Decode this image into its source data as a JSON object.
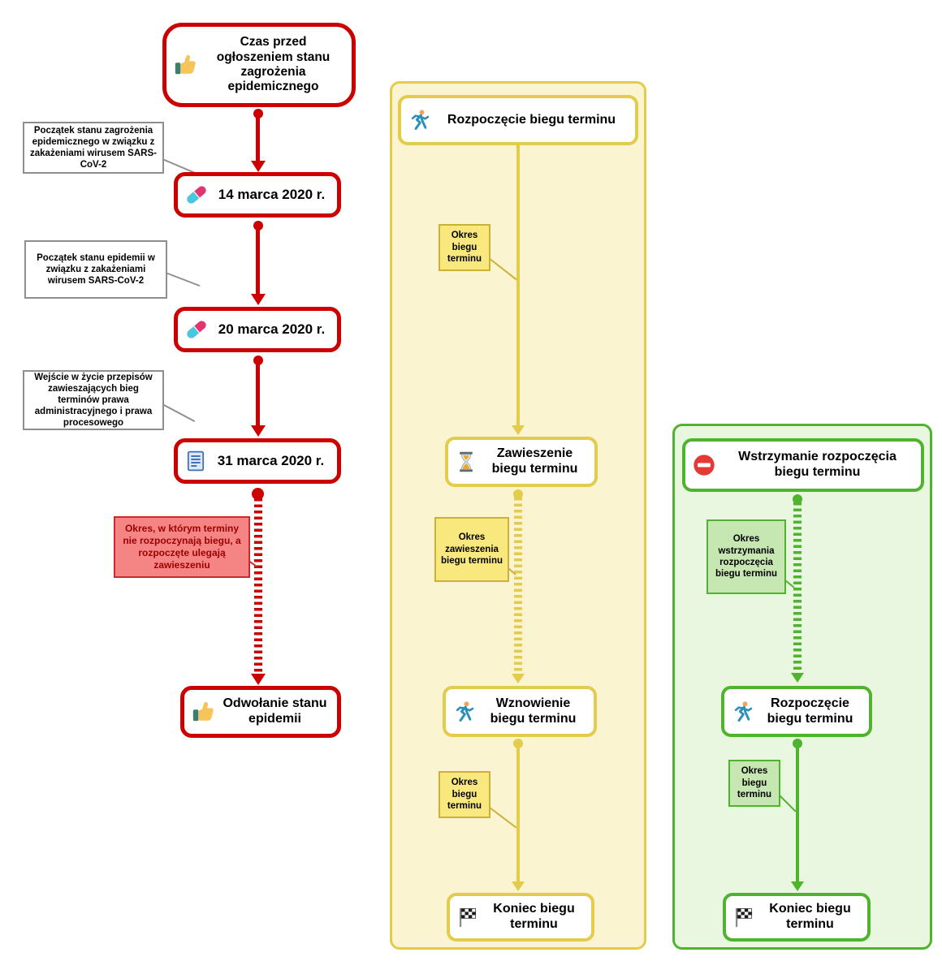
{
  "colors": {
    "red_accent": "#CC0000",
    "yellow_accent": "#E3CB4B",
    "yellow_panel_bg": "#FBF4D0",
    "yellow_callout_bg": "#F9E87D",
    "green_accent": "#4FB42D",
    "green_panel_bg": "#E9F6E0",
    "green_callout_bg": "#C6E7B1",
    "pink_callout_bg": "#F58585",
    "pink_callout_text": "#9E0000"
  },
  "timeline": {
    "start_box": {
      "label": "Czas przed ogłoszeniem stanu zagrożenia epidemicznego",
      "icon": "thumbs-up-icon"
    },
    "notes": [
      {
        "text": "Początek stanu zagrożenia epidemicznego w związku z zakażeniami wirusem SARS-CoV-2"
      },
      {
        "text": "Początek stanu epidemii w związku z zakażeniami wirusem SARS-CoV-2"
      },
      {
        "text": "Wejście w życie przepisów zawieszających bieg terminów prawa administracyjnego i prawa procesowego"
      }
    ],
    "date_boxes": [
      {
        "label": "14 marca 2020 r.",
        "icon": "pill-icon"
      },
      {
        "label": "20 marca 2020 r.",
        "icon": "pill-icon"
      },
      {
        "label": "31 marca 2020 r.",
        "icon": "document-icon"
      }
    ],
    "suspension_callout": {
      "text": "Okres, w którym terminy nie rozpoczynają biegu, a rozpoczęte ulegają zawieszeniu"
    },
    "end_box": {
      "label": "Odwołanie stanu epidemii",
      "icon": "thumbs-up-icon"
    }
  },
  "term_flow_suspension": {
    "start_box": {
      "label": "Rozpoczęcie biegu terminu",
      "icon": "runner-icon"
    },
    "callout_top": {
      "text": "Okres biegu terminu"
    },
    "suspend_box": {
      "label": "Zawieszenie biegu terminu",
      "icon": "hourglass-icon"
    },
    "callout_middle": {
      "text": "Okres zawieszenia biegu terminu"
    },
    "resume_box": {
      "label": "Wznowienie biegu terminu",
      "icon": "runner-icon"
    },
    "callout_bottom": {
      "text": "Okres biegu terminu"
    },
    "end_box": {
      "label": "Koniec biegu terminu",
      "icon": "finish-flag-icon"
    }
  },
  "term_flow_withholding": {
    "hold_box": {
      "label": "Wstrzymanie rozpoczęcia biegu terminu",
      "icon": "no-entry-icon"
    },
    "callout_top": {
      "text": "Okres wstrzymania rozpoczęcia biegu terminu"
    },
    "start_box": {
      "label": "Rozpoczęcie biegu terminu",
      "icon": "runner-icon"
    },
    "callout_bottom": {
      "text": "Okres biegu terminu"
    },
    "end_box": {
      "label": "Koniec biegu terminu",
      "icon": "finish-flag-icon"
    }
  }
}
